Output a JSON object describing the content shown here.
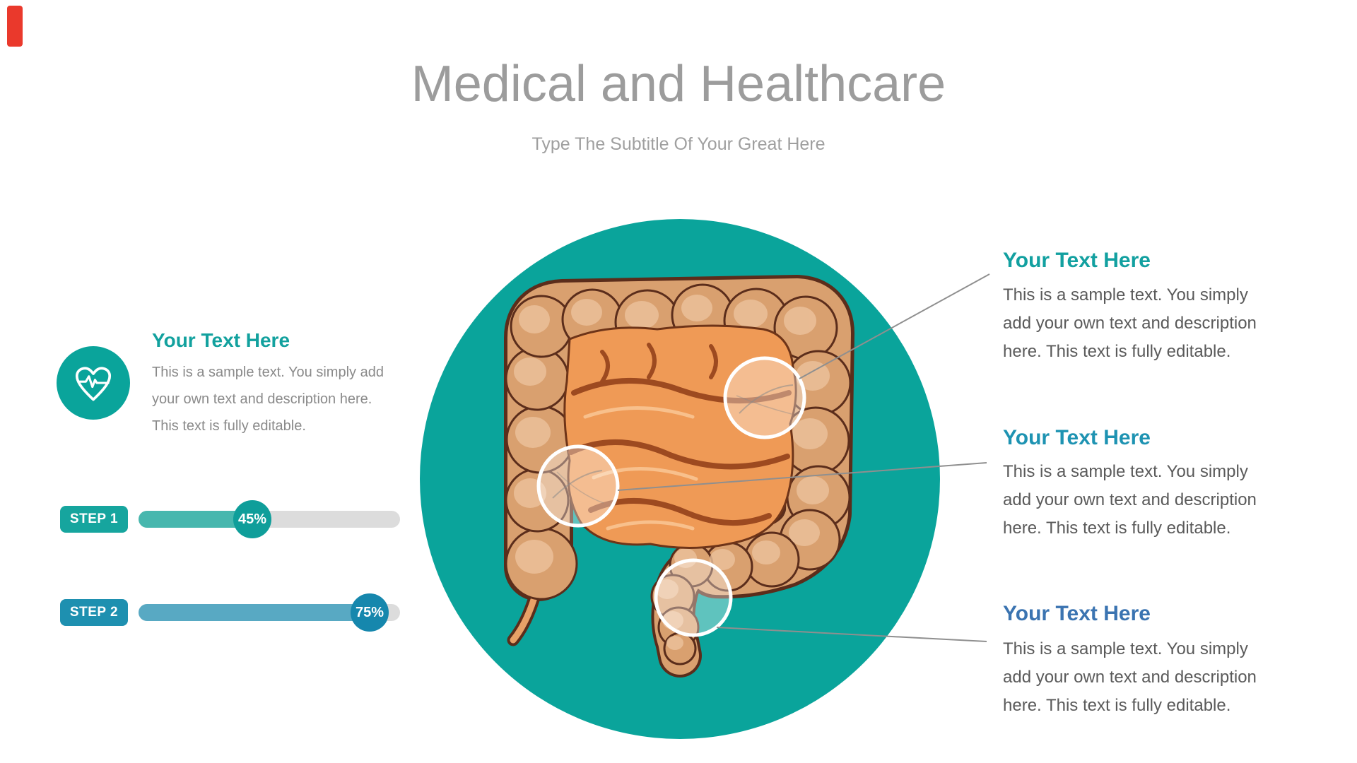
{
  "slide": {
    "background_color": "#ffffff",
    "accent_teal": "#0aa49b"
  },
  "ribbon": {
    "color": "#ea392c"
  },
  "header": {
    "title": "Medical and Healthcare",
    "title_color": "#9c9c9c",
    "subtitle": "Type The Subtitle Of Your Great Here",
    "subtitle_color": "#9f9f9f"
  },
  "intro": {
    "icon": "heartbeat-heart-icon",
    "icon_bg_color": "#0aa49b",
    "heading": "Your Text Here",
    "heading_color": "#12a19e",
    "body": "This is a sample text. You simply add your own text and description here. This text is fully editable."
  },
  "steps": [
    {
      "label": "STEP 1",
      "percent_label": "45%",
      "percent_value": 45,
      "pill_color": "#16a59e",
      "fill_color": "#47b7ae",
      "knob_color": "#0f9e9a",
      "track_color": "#dcdcdc"
    },
    {
      "label": "STEP 2",
      "percent_label": "75%",
      "percent_value": 75,
      "pill_color": "#1e90b0",
      "fill_color": "#58a9c3",
      "knob_color": "#1687ad",
      "track_color": "#dcdcdc"
    }
  ],
  "illustration": {
    "name": "large-intestine-in-teal-circle",
    "circle_color": "#0aa49b",
    "magnifier_count": 3,
    "connector_color": "#8f8f8f"
  },
  "callouts": [
    {
      "heading": "Your Text Here",
      "heading_color": "#12a0a0",
      "body": "This is a sample text. You simply add your own text and description here. This text is fully editable."
    },
    {
      "heading": "Your Text Here",
      "heading_color": "#1e93b2",
      "body": "This is a sample text. You simply add your own text and description here. This text is fully editable."
    },
    {
      "heading": "Your Text Here",
      "heading_color": "#3b74b1",
      "body": "This is a sample text. You simply add your own text and description here. This text is fully editable."
    }
  ]
}
